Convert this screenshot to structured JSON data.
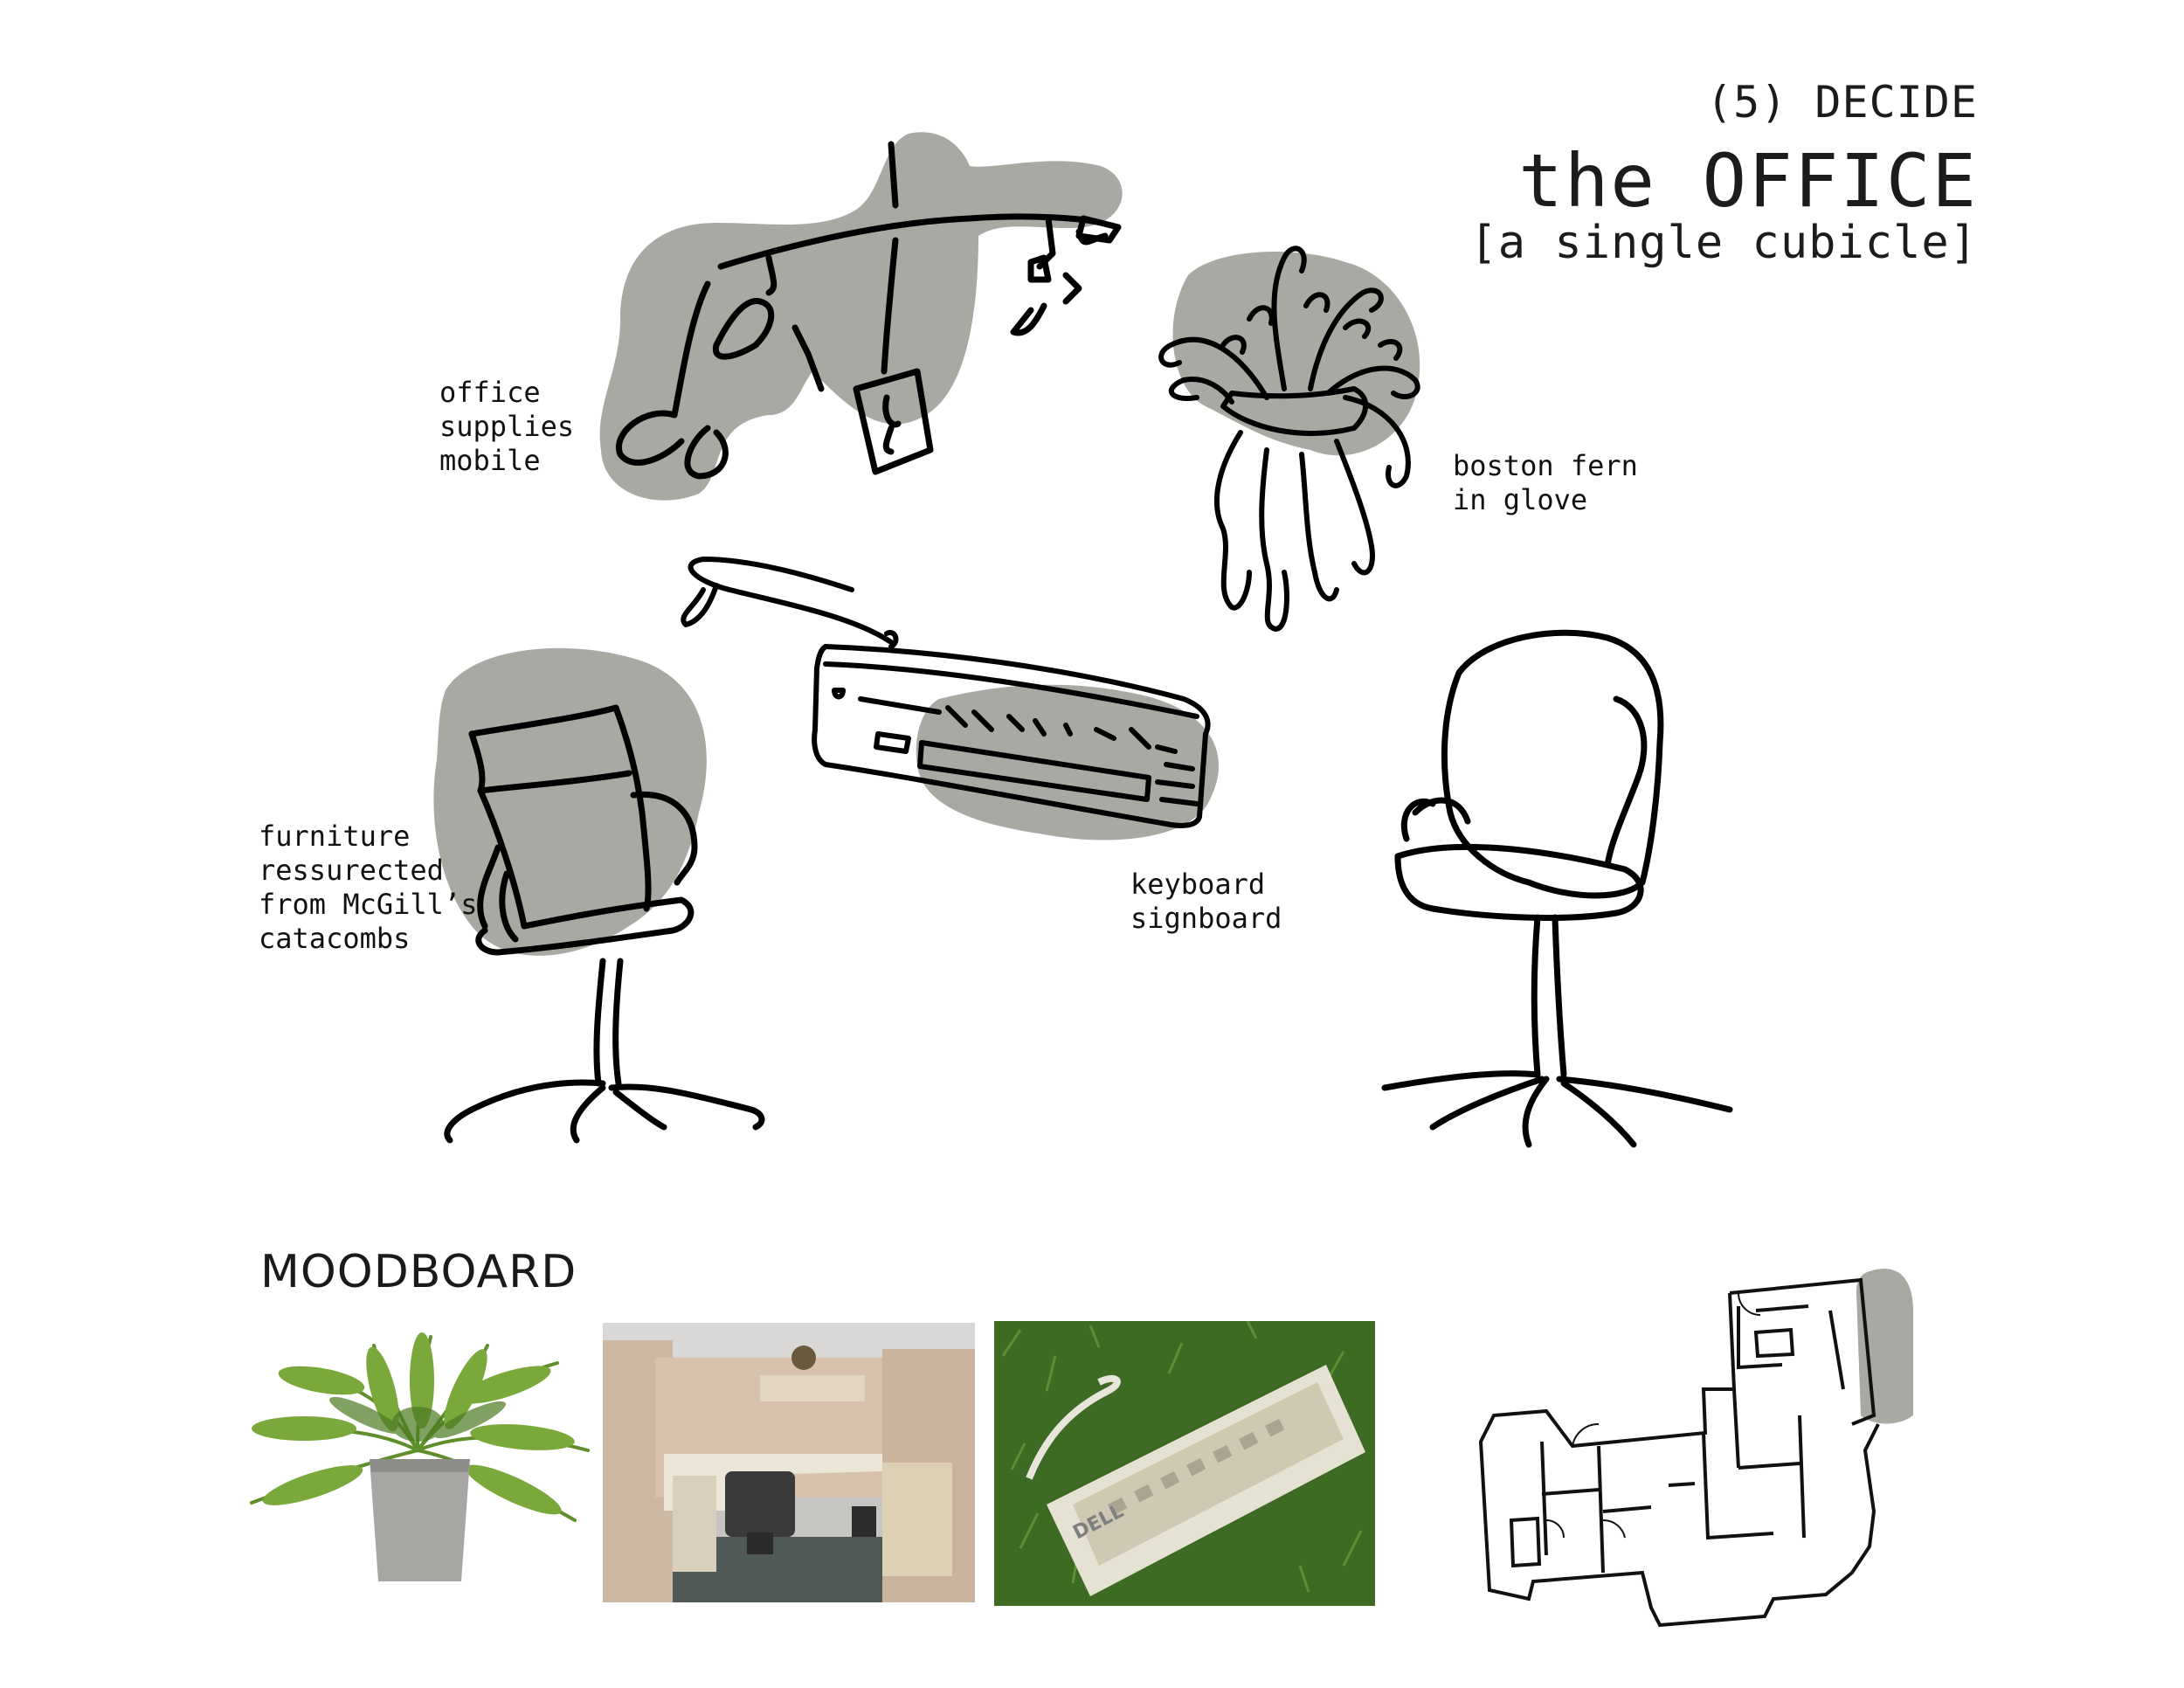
{
  "header": {
    "step": "(5) DECIDE",
    "title": "the OFFICE",
    "subtitle": "[a single cubicle]"
  },
  "labels": {
    "office_mobile": "office\nsupplies\nmobile",
    "fern": "boston fern\nin glove",
    "furniture": "furniture\nressurected\nfrom McGill’s\ncatacombs",
    "keyboard": "keyboard\nsignboard"
  },
  "moodboard": {
    "title": "MOODBOARD",
    "images": [
      "fern-photo",
      "cubicle-photo",
      "keyboard-on-grass-photo",
      "floor-plan-drawing"
    ]
  },
  "colors": {
    "ink": "#000000",
    "blob_gray": "#a9a8a3",
    "background": "#ffffff"
  }
}
